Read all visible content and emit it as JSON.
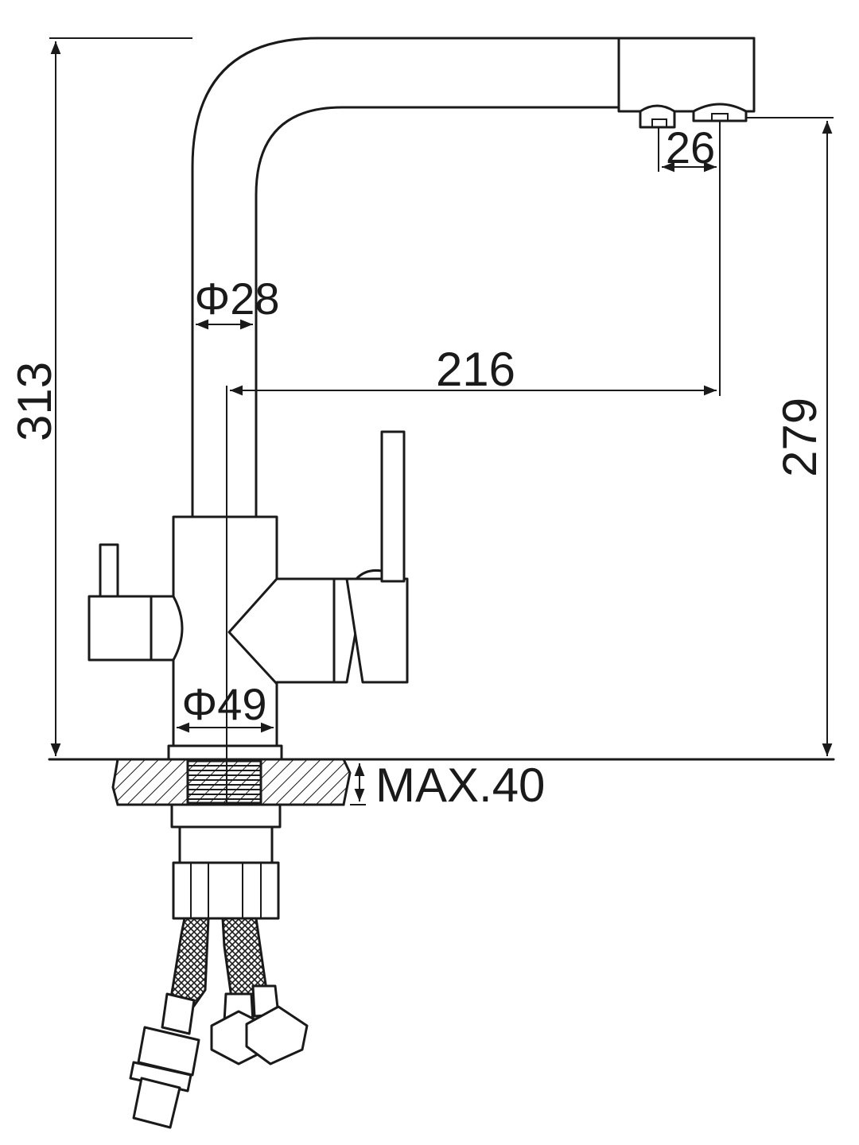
{
  "dimensions": {
    "total_height": "313",
    "outlet_height": "279",
    "reach": "216",
    "outlet_spacing": "26",
    "spout_diameter": "Φ28",
    "base_diameter": "Φ49",
    "max_countertop": "MAX.40"
  },
  "colors": {
    "line": "#1a1a1a",
    "background": "#ffffff"
  }
}
